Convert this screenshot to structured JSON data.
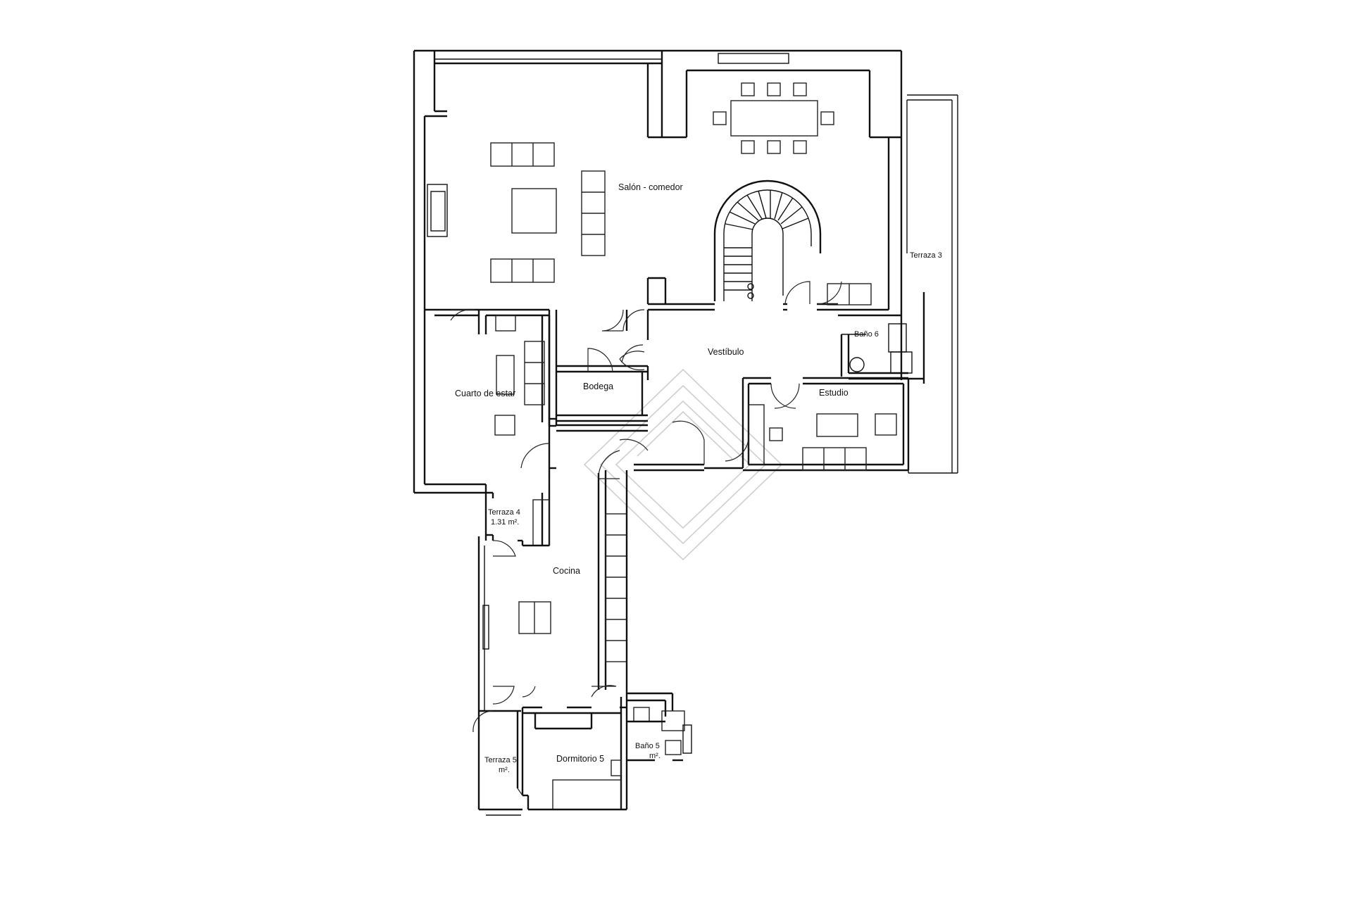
{
  "rooms": {
    "salon": "Salón - comedor",
    "vestibulo": "Vestíbulo",
    "cuarto_estar": "Cuarto de estar",
    "bodega": "Bodega",
    "estudio": "Estudio",
    "bano6": "Baño 6",
    "terraza3": "Terraza 3",
    "terraza4": "Terraza 4",
    "terraza4_area": "1.31 m².",
    "cocina": "Cocina",
    "terraza5": "Terraza 5",
    "terraza5_area": "m².",
    "dormitorio5": "Dormitorio 5",
    "bano5": "Baño 5",
    "bano5_area": "m²."
  },
  "colors": {
    "line": "#111111",
    "watermark": "#cfcfcf",
    "background": "#ffffff"
  },
  "watermark_icon": "diamond-logo-watermark"
}
